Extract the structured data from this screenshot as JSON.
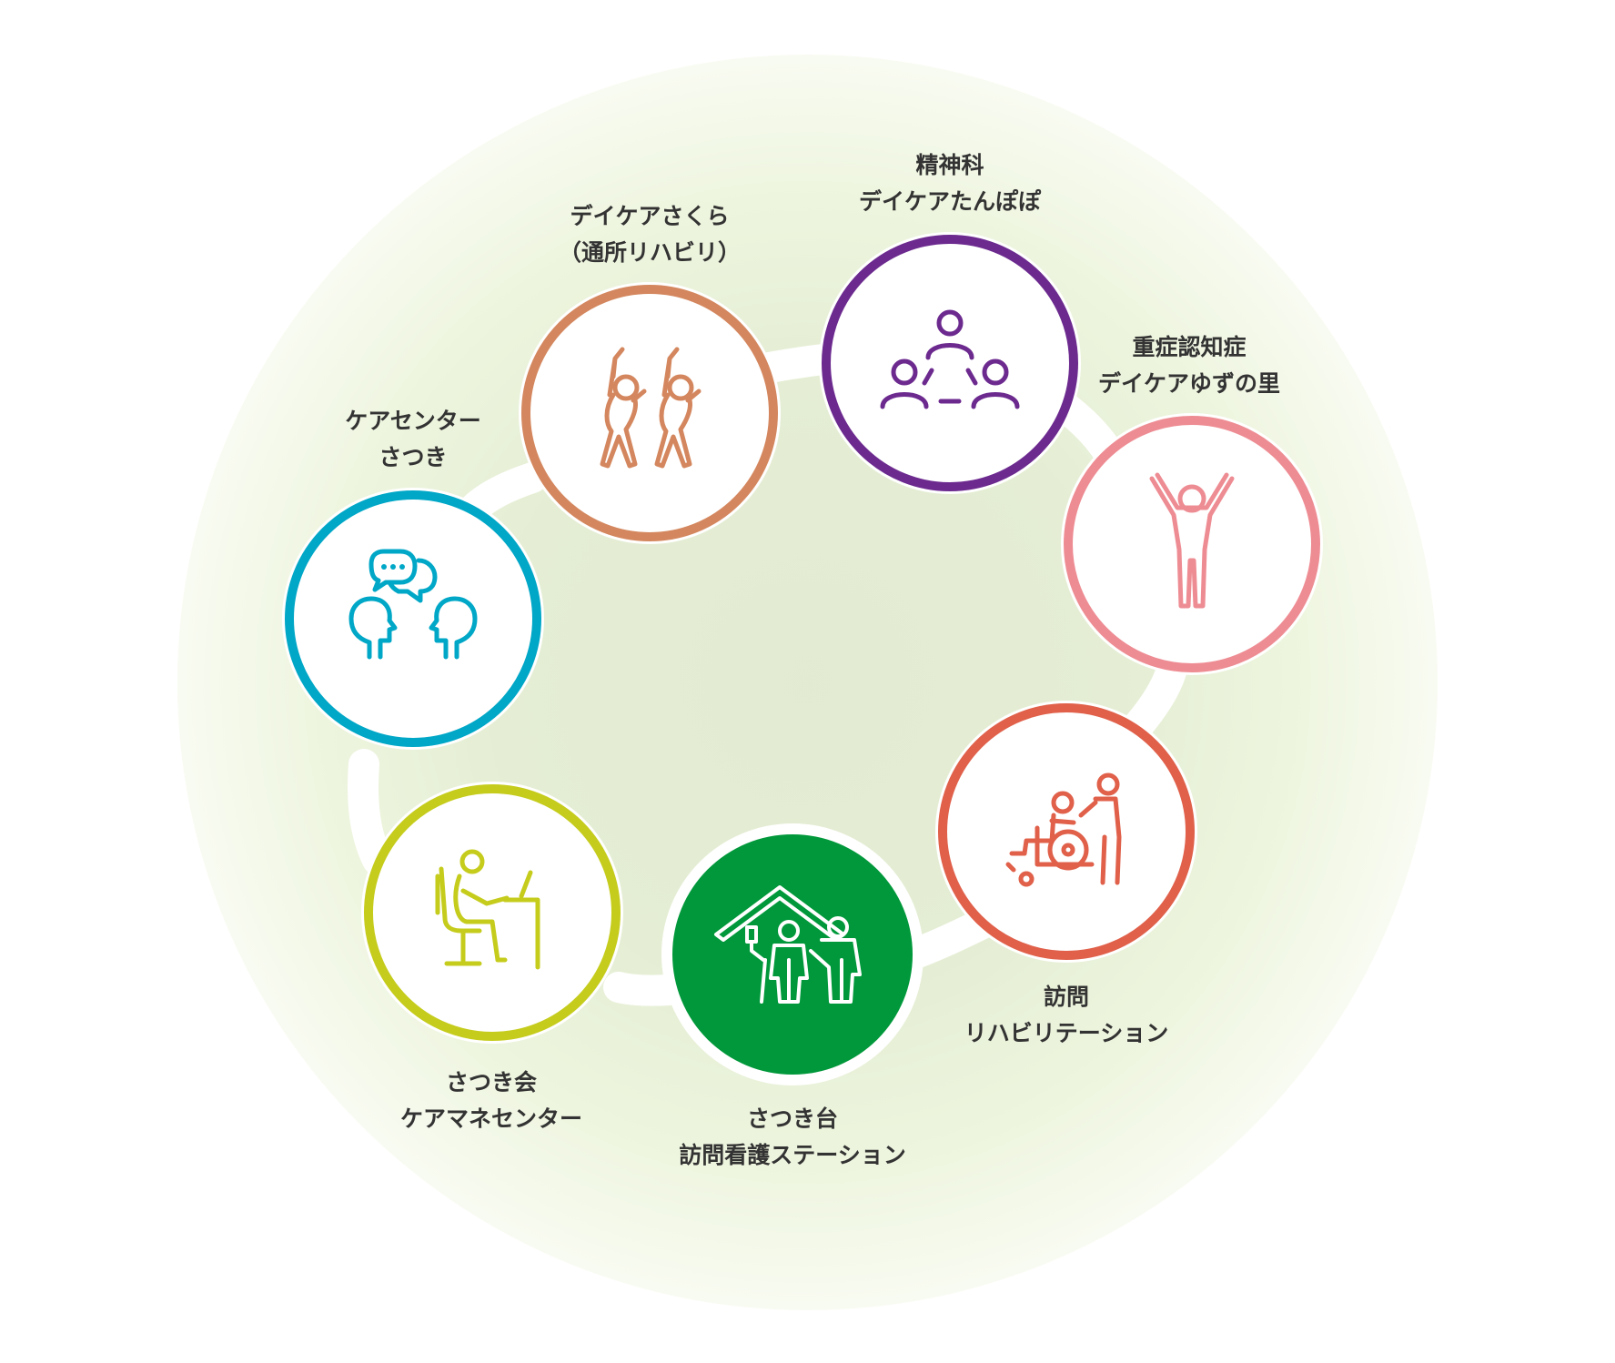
{
  "colors": {
    "sakura": "#D4875E",
    "tanpopo": "#6C2A8F",
    "yuzu": "#EE8C93",
    "houmon_reha": "#E0604A",
    "kango": "#00983A",
    "caremane": "#C5CC1C",
    "care_center": "#00A7C7",
    "ring": "#FFFFFF",
    "text": "#333333"
  },
  "nodes": [
    {
      "id": "sakura",
      "icon": "stretching-people-icon",
      "label_lines": [
        "デイケアさくら",
        "（通所リハビリ）"
      ]
    },
    {
      "id": "tanpopo",
      "icon": "group-people-icon",
      "label_lines": [
        "精神科",
        "デイケアたんぽぽ"
      ]
    },
    {
      "id": "yuzu",
      "icon": "raised-arms-person-icon",
      "label_lines": [
        "重症認知症",
        "デイケアゆずの里"
      ]
    },
    {
      "id": "houmon_reha",
      "icon": "wheelchair-assist-icon",
      "label_lines": [
        "訪問",
        "リハビリテーション"
      ]
    },
    {
      "id": "kango",
      "icon": "home-nursing-icon",
      "label_lines": [
        "さつき台",
        "訪問看護ステーション"
      ]
    },
    {
      "id": "caremane",
      "icon": "desk-worker-icon",
      "label_lines": [
        "さつき会",
        "ケアマネセンター"
      ]
    },
    {
      "id": "care_center",
      "icon": "conversation-icon",
      "label_lines": [
        "ケアセンター",
        "さつき"
      ]
    }
  ]
}
